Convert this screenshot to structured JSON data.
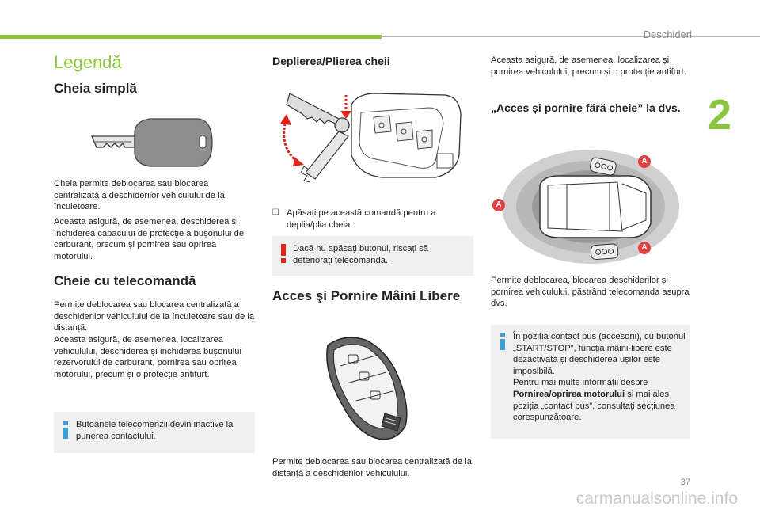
{
  "header": {
    "section_title": "Deschideri",
    "chapter_number": "2",
    "page_number": "37"
  },
  "watermark": "carmanualsonline.info",
  "col1": {
    "legend": "Legendă",
    "simple_key_title": "Cheia simplă",
    "simple_key_p1": "Cheia permite deblocarea sau blocarea centralizată a deschiderilor vehiculului de la încuietoare.",
    "simple_key_p2": "Aceasta asigură, de asemenea, deschiderea și închiderea capacului de protecție a bușonului de carburant, precum și pornirea sau oprirea motorului.",
    "remote_key_title": "Cheie cu telecomandă",
    "remote_key_p1": "Permite deblocarea sau blocarea centralizată a deschiderilor vehiculului de la încuietoare sau de la distanță.",
    "remote_key_p2": "Aceasta asigură, de asemenea, localizarea vehiculului, deschiderea și închiderea bușonului rezervorului de carburant, pornirea sau oprirea motorului, precum și o protecție antifurt.",
    "info_box": "Butoanele telecomenzii devin inactive la punerea contactului."
  },
  "col2": {
    "fold_title": "Deplierea/Plierea cheii",
    "fold_bullet_mark": "",
    "fold_bullet": "Apăsați pe această comandă pentru a deplia/plia cheia.",
    "warning_box": "Dacă nu apăsați butonul, riscați să deteriorați telecomanda.",
    "hands_free_title": "Acces şi Pornire Mâini Libere",
    "hands_free_p": "Permite deblocarea sau blocarea centralizată de la distanță a deschiderilor vehiculului."
  },
  "col3": {
    "p_top": "Aceasta asigură, de asemenea, localizarea și pornirea vehiculului, precum și o protecție antifurt.",
    "keyless_title": "„Acces și pornire fără cheie” la dvs.",
    "keyless_p": "Permite deblocarea, blocarea deschiderilor și pornirea vehiculului, păstrând telecomanda asupra dvs.",
    "info_box_line1": "În poziția contact pus (accesorii), cu butonul „START/STOP”, funcția mâini-libere este dezactivată și deschiderea ușilor este imposibilă.",
    "info_box_line2": "Pentru mai multe informații despre",
    "info_box_bold": "Pornirea/oprirea motorului",
    "info_box_line3": "și mai ales poziția „contact pus”, consultați secțiunea corespunzătoare.",
    "zone_label": "A"
  },
  "colors": {
    "accent_green": "#8cc63f",
    "info_blue": "#3aa0d8",
    "warning_red": "#e2231a",
    "zone_red": "#e04040",
    "box_grey": "#f0f0f0"
  }
}
